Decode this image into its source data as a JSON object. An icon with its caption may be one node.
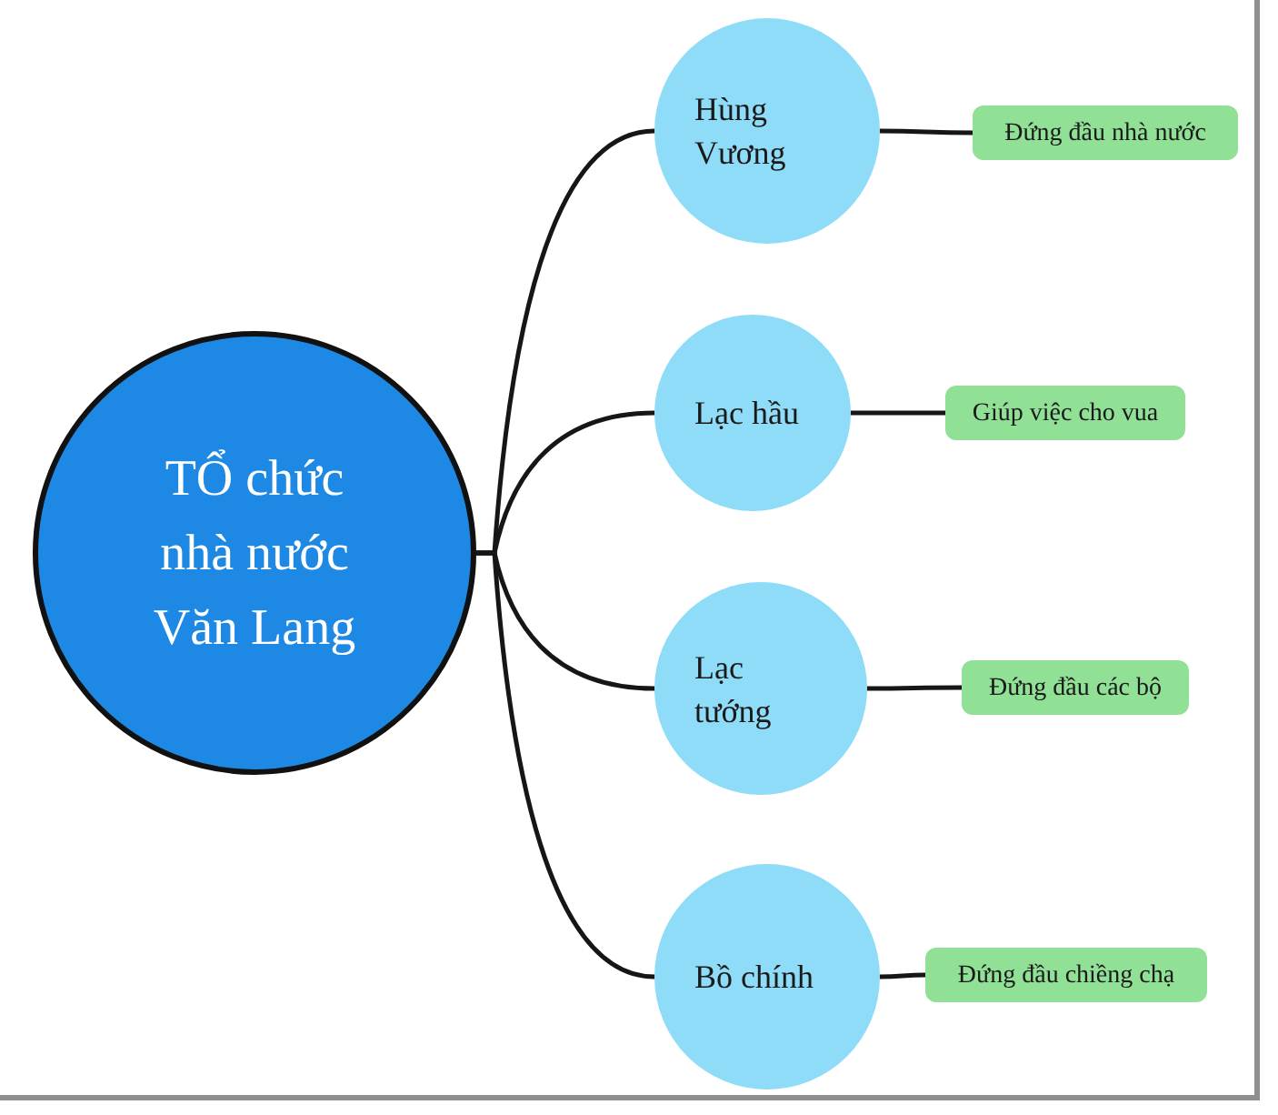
{
  "diagram": {
    "nodes": [
      {
        "text": [
          "TỔ chức nhà nước Văn Lang"
        ]
      },
      {
        "text": [
          "Hùng Vương"
        ]
      },
      {
        "text": [
          "Đứng đầu nhà nước"
        ]
      },
      {
        "text": [
          "Lạc hầu"
        ]
      },
      {
        "text": [
          "Giúp việc cho vua"
        ]
      },
      {
        "text": [
          "Lạc tướng"
        ]
      },
      {
        "text": [
          "Đứng đầu các bộ"
        ]
      },
      {
        "text": [
          "Bồ chính"
        ]
      },
      {
        "text": [
          "Đứng đầu chiềng chạ"
        ]
      }
    ],
    "edges": [
      {
        "from": 0,
        "to": 1,
        "arrow": "none"
      },
      {
        "from": 1,
        "to": 2,
        "arrow": "none"
      },
      {
        "from": 0,
        "to": 3,
        "arrow": "none"
      },
      {
        "from": 3,
        "to": 4,
        "arrow": "none"
      },
      {
        "from": 0,
        "to": 5,
        "arrow": "none"
      },
      {
        "from": 5,
        "to": 6,
        "arrow": "none"
      },
      {
        "from": 0,
        "to": 7,
        "arrow": "none"
      },
      {
        "from": 7,
        "to": 8,
        "arrow": "none"
      }
    ]
  }
}
